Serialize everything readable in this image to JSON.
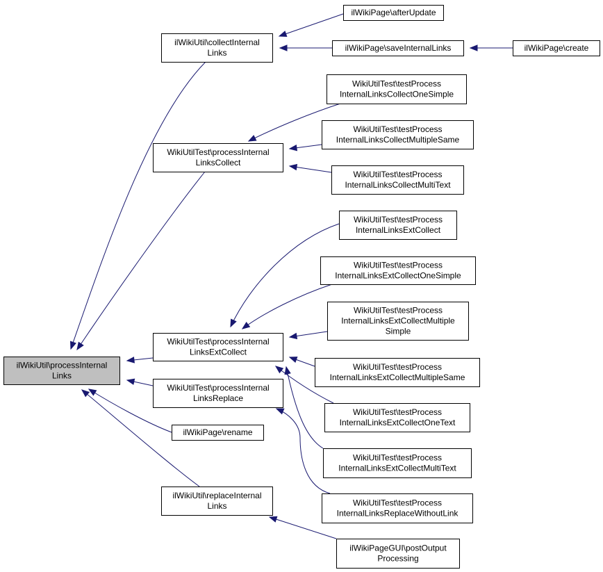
{
  "graph": {
    "nodes": [
      {
        "id": "root",
        "lines": [
          "ilWikiUtil\\processInternal",
          "Links"
        ]
      },
      {
        "id": "collectInternalLinks",
        "lines": [
          "ilWikiUtil\\collectInternal",
          "Links"
        ]
      },
      {
        "id": "afterUpdate",
        "lines": [
          "ilWikiPage\\afterUpdate"
        ]
      },
      {
        "id": "saveInternalLinks",
        "lines": [
          "ilWikiPage\\saveInternalLinks"
        ]
      },
      {
        "id": "create",
        "lines": [
          "ilWikiPage\\create"
        ]
      },
      {
        "id": "processInternalLinksCollect",
        "lines": [
          "WikiUtilTest\\processInternal",
          "LinksCollect"
        ]
      },
      {
        "id": "testCollectOneSimple",
        "lines": [
          "WikiUtilTest\\testProcess",
          "InternalLinksCollectOneSimple"
        ]
      },
      {
        "id": "testCollectMultipleSame",
        "lines": [
          "WikiUtilTest\\testProcess",
          "InternalLinksCollectMultipleSame"
        ]
      },
      {
        "id": "testCollectMultiText",
        "lines": [
          "WikiUtilTest\\testProcess",
          "InternalLinksCollectMultiText"
        ]
      },
      {
        "id": "testExtCollect",
        "lines": [
          "WikiUtilTest\\testProcess",
          "InternalLinksExtCollect"
        ]
      },
      {
        "id": "testExtCollectOneSimple",
        "lines": [
          "WikiUtilTest\\testProcess",
          "InternalLinksExtCollectOneSimple"
        ]
      },
      {
        "id": "testExtCollectMultipleSimple",
        "lines": [
          "WikiUtilTest\\testProcess",
          "InternalLinksExtCollectMultiple",
          "Simple"
        ]
      },
      {
        "id": "processInternalLinksExtCollect",
        "lines": [
          "WikiUtilTest\\processInternal",
          "LinksExtCollect"
        ]
      },
      {
        "id": "testExtCollectMultipleSame",
        "lines": [
          "WikiUtilTest\\testProcess",
          "InternalLinksExtCollectMultipleSame"
        ]
      },
      {
        "id": "processInternalLinksReplace",
        "lines": [
          "WikiUtilTest\\processInternal",
          "LinksReplace"
        ]
      },
      {
        "id": "testExtCollectOneText",
        "lines": [
          "WikiUtilTest\\testProcess",
          "InternalLinksExtCollectOneText"
        ]
      },
      {
        "id": "rename",
        "lines": [
          "ilWikiPage\\rename"
        ]
      },
      {
        "id": "testExtCollectMultiText",
        "lines": [
          "WikiUtilTest\\testProcess",
          "InternalLinksExtCollectMultiText"
        ]
      },
      {
        "id": "replaceInternalLinks",
        "lines": [
          "ilWikiUtil\\replaceInternal",
          "Links"
        ]
      },
      {
        "id": "testReplaceWithoutLink",
        "lines": [
          "WikiUtilTest\\testProcess",
          "InternalLinksReplaceWithoutLink"
        ]
      },
      {
        "id": "postOutputProcessing",
        "lines": [
          "ilWikiPageGUI\\postOutput",
          "Processing"
        ]
      }
    ],
    "edges": [
      {
        "from": "collectInternalLinks",
        "to": "root"
      },
      {
        "from": "processInternalLinksCollect",
        "to": "root"
      },
      {
        "from": "processInternalLinksExtCollect",
        "to": "root"
      },
      {
        "from": "processInternalLinksReplace",
        "to": "root"
      },
      {
        "from": "rename",
        "to": "root"
      },
      {
        "from": "replaceInternalLinks",
        "to": "root"
      },
      {
        "from": "afterUpdate",
        "to": "collectInternalLinks"
      },
      {
        "from": "saveInternalLinks",
        "to": "collectInternalLinks"
      },
      {
        "from": "create",
        "to": "saveInternalLinks"
      },
      {
        "from": "testCollectOneSimple",
        "to": "processInternalLinksCollect"
      },
      {
        "from": "testCollectMultipleSame",
        "to": "processInternalLinksCollect"
      },
      {
        "from": "testCollectMultiText",
        "to": "processInternalLinksCollect"
      },
      {
        "from": "testExtCollect",
        "to": "processInternalLinksExtCollect"
      },
      {
        "from": "testExtCollectOneSimple",
        "to": "processInternalLinksExtCollect"
      },
      {
        "from": "testExtCollectMultipleSimple",
        "to": "processInternalLinksExtCollect"
      },
      {
        "from": "testExtCollectMultipleSame",
        "to": "processInternalLinksExtCollect"
      },
      {
        "from": "testExtCollectOneText",
        "to": "processInternalLinksExtCollect"
      },
      {
        "from": "testExtCollectMultiText",
        "to": "processInternalLinksExtCollect"
      },
      {
        "from": "testReplaceWithoutLink",
        "to": "processInternalLinksReplace"
      },
      {
        "from": "postOutputProcessing",
        "to": "replaceInternalLinks"
      }
    ]
  },
  "colors": {
    "edge": "#191970",
    "root_fill": "#bfbfbf",
    "node_fill": "#ffffff",
    "node_border": "#000000"
  }
}
